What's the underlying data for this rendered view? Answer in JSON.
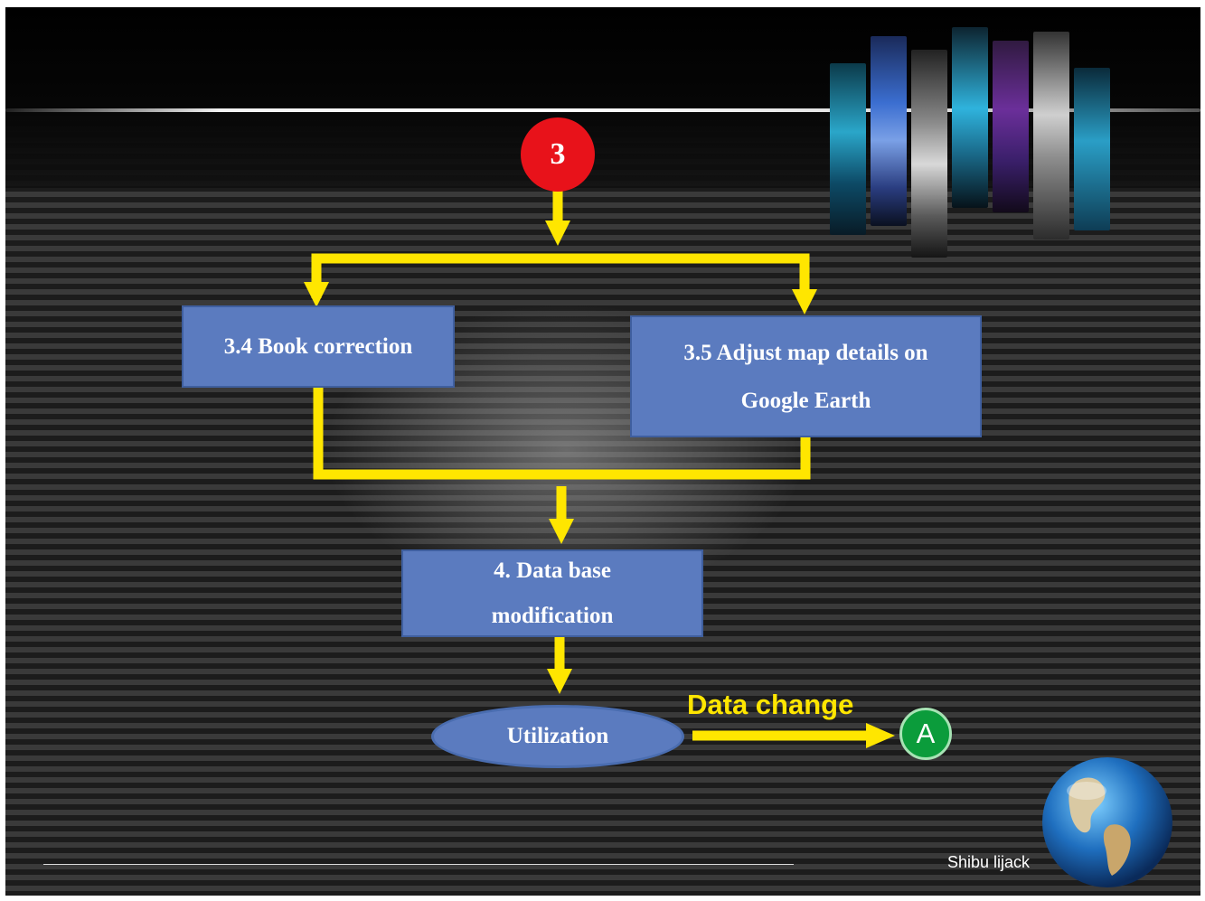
{
  "start_badge": "3",
  "boxes": {
    "book_correction": "3.4 Book correction",
    "adjust_map_line1": "3.5 Adjust map details on",
    "adjust_map_line2": "Google Earth",
    "database_line1": "4. Data base",
    "database_line2": "modification"
  },
  "utilization": "Utilization",
  "data_change": "Data change",
  "end_badge": "A",
  "author": "Shibu lijack",
  "colors": {
    "arrow": "#ffe600",
    "box_fill": "#5b7bbf",
    "start_badge": "#e8121a",
    "end_badge": "#0b9c3b"
  },
  "icons": [
    "globe-icon",
    "world-map-strips"
  ]
}
